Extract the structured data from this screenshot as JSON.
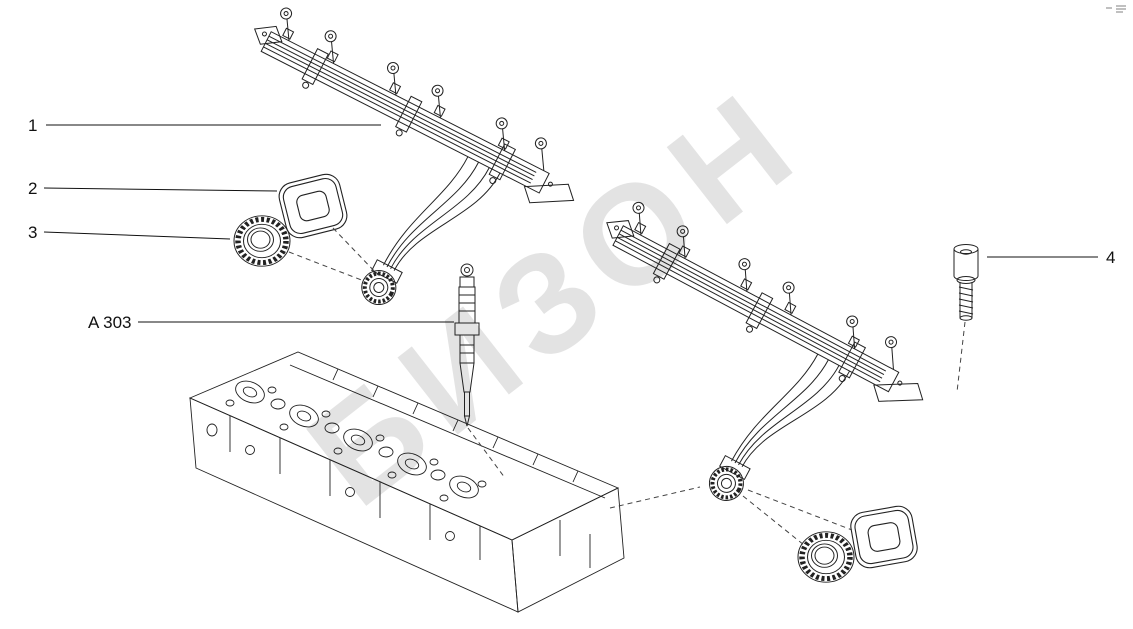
{
  "figure": {
    "watermark": "БИЗОН",
    "background": "#ffffff",
    "line_color": "#222222",
    "watermark_color": "#d2d2d2"
  },
  "callouts": [
    {
      "label": "1"
    },
    {
      "label": "2"
    },
    {
      "label": "3"
    },
    {
      "label": "A 303"
    },
    {
      "label": "4"
    }
  ]
}
